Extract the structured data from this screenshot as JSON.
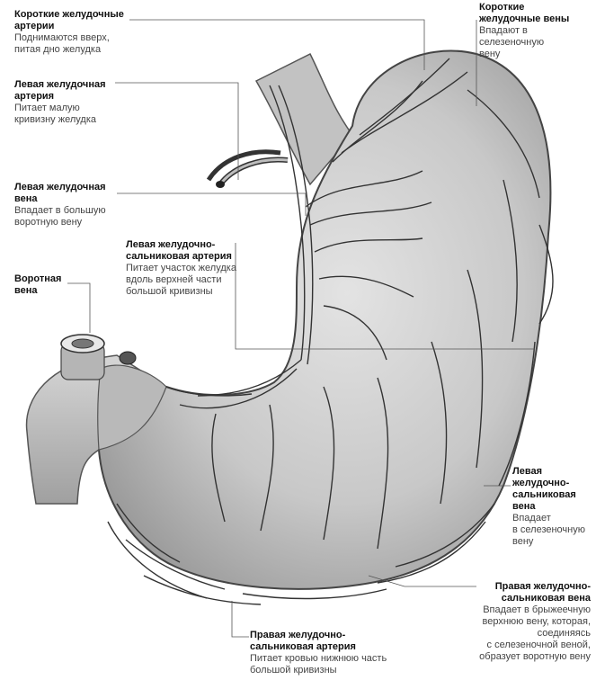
{
  "labels": [
    {
      "id": "short-gastric-arteries",
      "title": [
        "Короткие желудочные",
        "артерии"
      ],
      "desc": [
        "Поднимаются вверх,",
        "питая дно желудка"
      ]
    },
    {
      "id": "left-gastric-artery",
      "title": [
        "Левая желудочная",
        "артерия"
      ],
      "desc": [
        "Питает малую",
        "кривизну желудка"
      ]
    },
    {
      "id": "left-gastric-vein",
      "title": [
        "Левая желудочная",
        "вена"
      ],
      "desc": [
        "Впадает в большую",
        "воротную вену"
      ]
    },
    {
      "id": "left-gastroepiploic-artery",
      "title": [
        "Левая желудочно-",
        "сальниковая артерия"
      ],
      "desc": [
        "Питает участок желудка",
        "вдоль верхней части",
        "большой кривизны"
      ]
    },
    {
      "id": "portal-vein",
      "title": [
        "Воротная",
        "вена"
      ],
      "desc": []
    },
    {
      "id": "short-gastric-veins",
      "title": [
        "Короткие",
        "желудочные вены"
      ],
      "desc": [
        "Впадают в селезеночную",
        "вену"
      ]
    },
    {
      "id": "left-gastroepiploic-vein",
      "title": [
        "Левая",
        "желудочно-",
        "сальниковая",
        "вена"
      ],
      "desc": [
        "Впадает",
        "в селезеночную",
        "вену"
      ]
    },
    {
      "id": "right-gastroepiploic-vein",
      "title": [
        "Правая желудочно-",
        "сальниковая вена"
      ],
      "desc": [
        "Впадает в брыжеечную",
        "верхнюю вену, которая,",
        "соединяясь",
        "с селезеночной веной,",
        "образует воротную вену"
      ]
    },
    {
      "id": "right-gastroepiploic-artery",
      "title": [
        "Правая желудочно-",
        "сальниковая артерия"
      ],
      "desc": [
        "Питает кровью нижнюю часть",
        "большой кривизны"
      ]
    }
  ],
  "colors": {
    "stomach_fill": "#cfcfcf",
    "stomach_shade": "#a9a9a9",
    "vessel": "#333333",
    "leader": "#555555"
  }
}
